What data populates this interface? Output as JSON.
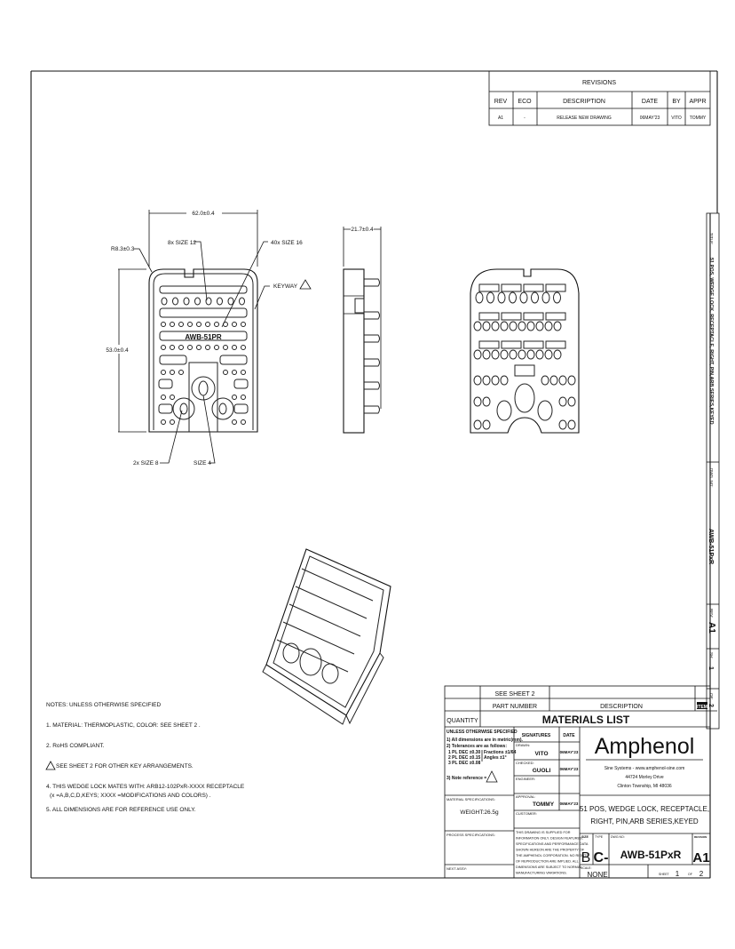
{
  "revisions": {
    "title": "REVISIONS",
    "headers": [
      "REV",
      "ECO",
      "DESCRIPTION",
      "DATE",
      "BY",
      "APPR"
    ],
    "rows": [
      [
        "A1",
        "-",
        "RELEASE NEW DRAWING",
        "06MAY'23",
        "VITO",
        "TOMMY"
      ]
    ]
  },
  "front_view": {
    "width_dim": "62.0±0.4",
    "height_dim": "53.0±0.4",
    "radius": "R8.3±0.3",
    "callout_size12": "8x SIZE 12",
    "callout_size16": "40x SIZE 16",
    "callout_keyway": "KEYWAY",
    "callout_size8": "2x SIZE 8",
    "callout_size4": "SIZE 4",
    "part_marking": "AWB-51PR",
    "keyway_flag": "1"
  },
  "side_view": {
    "depth_dim": "21.7±0.4"
  },
  "notes": {
    "heading": "NOTES: UNLESS OTHERWISE SPECIFIED",
    "items": [
      "1. MATERIAL: THERMOPLASTIC, COLOR: SEE SHEET 2 .",
      "2. RoHS COMPLIANT.",
      "SEE SHEET 2 FOR OTHER KEY ARRANGEMENTS.",
      "4. THIS WEDGE LOCK MATES WITH: ARB12-102PxR-XXXX  RECEPTACLE",
      "(x =A,B,C,D,KEYS; XXXX =MODIFICATIONS AND COLORS) .",
      "5. ALL DIMENSIONS ARE FOR REFERENCE USE ONLY."
    ],
    "flag": "1"
  },
  "title_block": {
    "bom": {
      "part_number_value": "SEE SHEET 2",
      "part_number_label": "PART NUMBER",
      "description_label": "DESCRIPTION",
      "item_label": "ITEM",
      "quantity_label": "QUANTITY",
      "materials_list": "MATERIALS LIST"
    },
    "unless": {
      "heading": "UNLESS OTHERWISE SPECIFIED",
      "line1": "1) All dimensions are in metric(mm).",
      "line2": "2) Tolerances are as follows:",
      "tol1": "1 PL DEC ±0.30",
      "tol2": "2 PL DEC ±0.15",
      "tol3": "3 PL DEC ±0.08",
      "frac": "Fractions ±1/64",
      "ang": "Angles ±1°",
      "line3": "3) Note reference ="
    },
    "signatures": {
      "heading": "SIGNATURES",
      "date_heading": "DATE",
      "drawn_label": "DRAWN:",
      "drawn": "VITO",
      "drawn_date": "06MAY'23",
      "checked_label": "CHECKED:",
      "checked": "GUOLI",
      "checked_date": "06MAY'23",
      "engineer_label": "ENGINEER:",
      "approval_label": "APPROVAL:",
      "approval": "TOMMY",
      "approval_date": "06MAY'23",
      "customer_label": "CUSTOMER:"
    },
    "material_spec_label": "MATERIAL SPECIFICATIONS:",
    "weight": "WEIGHT:26.5g",
    "process_spec_label": "PROCESS SPECIFICATIONS:",
    "next_assy_label": "NEXT ASSY:",
    "disclaimer": [
      "THIS DRAWING IS SUPPLIED FOR",
      "INFORMATION ONLY. DESIGN FEATURES,",
      "SPECIFICATIONS AND PERFORMANCE DATA",
      "SHOWN HEREON ARE THE PROPERTY OF",
      "THE AMPHENOL CORPORATION. NO RIGHTS",
      "OF REPRODUCTION ARE IMPLIED. ALL",
      "DIMENSIONS ARE SUBJECT TO NORMAL",
      "MANUFACTURING VARIATIONS."
    ],
    "company": "Amphenol",
    "address": [
      "Sine Systems - www.amphenol-sine.com",
      "44724 Morley Drive",
      "Clinton Township, MI 48036"
    ],
    "title_line1": "51 POS, WEDGE LOCK, RECEPTACLE,",
    "title_line2": "RIGHT, PIN,ARB SERIES,KEYED",
    "size_label": "SIZE",
    "size": "B",
    "type_label": "TYPE",
    "type": "C-",
    "dwg_label": "DWG NO:",
    "dwg_no": "AWB-51PxR",
    "rev_label": "REVISION",
    "rev": "A1",
    "scale_label": "SCALE:",
    "scale": "NONE",
    "sheet_label": "SHEET",
    "sheet": "1",
    "of_label": "OF",
    "sheets": "2"
  },
  "side_strip": {
    "title_label": "TITLE:",
    "title": "51 POS, WEDGE LOCK, RECEPTACLE, RIGHT, PIN,ARB SERIES,KEYED",
    "dwg_label": "DWG. NO:",
    "dwg_no": "AWB-51PxR",
    "rev_label": "REV:",
    "rev": "A1",
    "sh_label": "SH:",
    "sh": "1",
    "of_label": "OF:",
    "of": "2"
  }
}
